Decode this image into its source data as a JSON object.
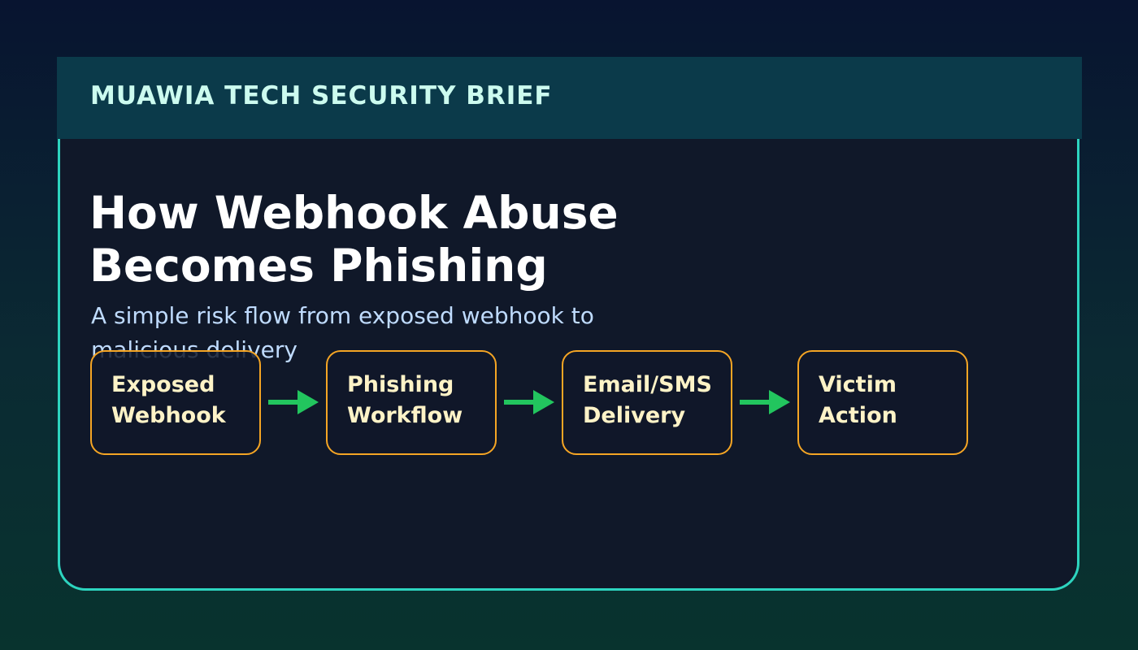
{
  "header": {
    "brand": "MUAWIA TECH SECURITY BRIEF"
  },
  "title": {
    "line1": "How Webhook Abuse",
    "line2": "Becomes Phishing"
  },
  "subtitle": {
    "line1": "A simple risk flow from exposed webhook to",
    "line2": "malicious delivery"
  },
  "flow": {
    "steps": [
      {
        "line1": "Exposed",
        "line2": "Webhook"
      },
      {
        "line1": "Phishing",
        "line2": "Workflow"
      },
      {
        "line1": "Email/SMS",
        "line2": "Delivery"
      },
      {
        "line1": "Victim",
        "line2": "Action"
      }
    ]
  },
  "colors": {
    "accent_border": "#2dd4bf",
    "box_border": "#f5a524",
    "arrow": "#22c55e",
    "box_text": "#fef3c7"
  }
}
